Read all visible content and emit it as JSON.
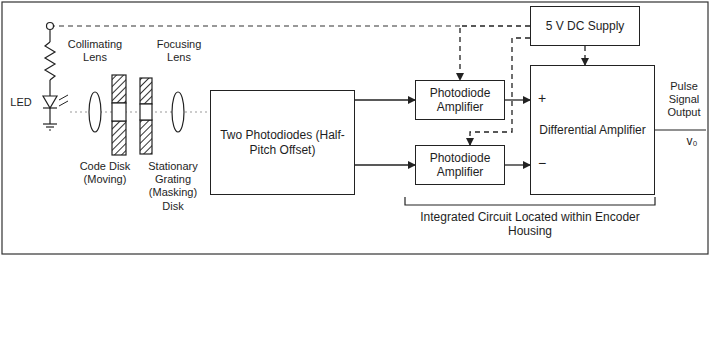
{
  "diagram": {
    "nodes": [
      {
        "text": [
          "5 V DC Supply"
        ]
      },
      {
        "text": [
          "Two Photodiodes (Half-Pitch Offset)"
        ]
      },
      {
        "text": [
          "Photodiode Amplifier"
        ]
      },
      {
        "text": [
          "Photodiode Amplifier"
        ]
      },
      {
        "text": [
          "Differential Amplifier"
        ]
      }
    ],
    "edges": [
      {
        "from": 1,
        "to": 2,
        "arrow": "to"
      },
      {
        "from": 1,
        "to": 3,
        "arrow": "to"
      },
      {
        "from": 2,
        "to": 4,
        "arrow": "to"
      },
      {
        "from": 3,
        "to": 4,
        "arrow": "to"
      },
      {
        "from": 0,
        "to": 2,
        "arrow": "to"
      },
      {
        "from": 0,
        "to": 3,
        "arrow": "to"
      },
      {
        "from": 0,
        "to": 4,
        "arrow": "to"
      }
    ],
    "labels": [
      "LED",
      "Collimating Lens",
      "Focusing Lens",
      "Code Disk (Moving)",
      "Stationary Grating (Masking) Disk",
      "+",
      "−",
      "Pulse Signal Output",
      "v₀",
      "Integrated Circuit Located within Encoder Housing"
    ]
  }
}
